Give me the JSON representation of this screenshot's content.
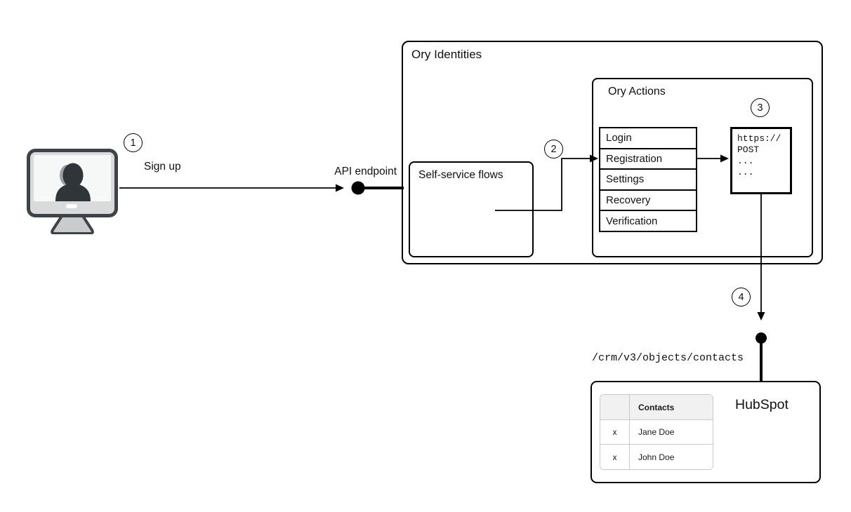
{
  "diagram": {
    "step_badges": [
      {
        "n": "1"
      },
      {
        "n": "2"
      },
      {
        "n": "3"
      },
      {
        "n": "4"
      }
    ],
    "labels": {
      "sign_up": "Sign up",
      "api_endpoint": "API endpoint",
      "crm_path": "/crm/v3/objects/contacts"
    },
    "ory_identities": {
      "title": "Ory Identities",
      "self_service_flows": {
        "title": "Self-service flows"
      },
      "ory_actions": {
        "title": "Ory Actions",
        "flow_rows": [
          "Login",
          "Registration",
          "Settings",
          "Recovery",
          "Verification"
        ],
        "webhook_snippet": [
          "https://",
          "POST",
          "...",
          "..."
        ]
      }
    },
    "hubspot": {
      "title": "HubSpot",
      "contacts_table": {
        "header_col1": "",
        "header_col2": "Contacts",
        "rows": [
          {
            "col1": "x",
            "col2": "Jane Doe"
          },
          {
            "col1": "x",
            "col2": "John Doe"
          }
        ]
      }
    },
    "icons": {
      "user_device": "monitor-with-user-silhouette"
    },
    "colors": {
      "line": "#000000",
      "table_header_bg": "#f1f1f2",
      "hubspot_table_border": "#c9c9c9",
      "monitor_body": "#d9dadb",
      "monitor_screen": "#f6f7f7",
      "monitor_outline": "#3e4347",
      "silhouette": "#30353a"
    }
  }
}
